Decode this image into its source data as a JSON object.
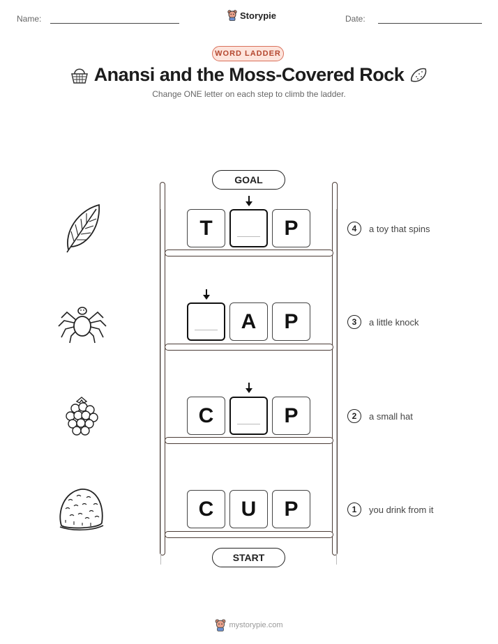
{
  "header": {
    "name_label": "Name:",
    "date_label": "Date:",
    "brand": "Storypie"
  },
  "badge": "WORD LADDER",
  "title": "Anansi and the Moss-Covered Rock",
  "subtitle": "Change ONE letter on each step to climb the ladder.",
  "ladder": {
    "goal_label": "GOAL",
    "start_label": "START",
    "rows": [
      {
        "number": "4",
        "clue": "a toy that spins",
        "letters": [
          "T",
          "",
          "P"
        ],
        "blank_index": 1,
        "icon": "leaf-icon"
      },
      {
        "number": "3",
        "clue": "a little knock",
        "letters": [
          "",
          "A",
          "P"
        ],
        "blank_index": 0,
        "icon": "spider-icon"
      },
      {
        "number": "2",
        "clue": "a small hat",
        "letters": [
          "C",
          "",
          "P"
        ],
        "blank_index": 1,
        "icon": "berry-icon"
      },
      {
        "number": "1",
        "clue": "you drink from it",
        "letters": [
          "C",
          "U",
          "P"
        ],
        "blank_index": -1,
        "icon": "moss-rock-icon"
      }
    ]
  },
  "footer": {
    "site": "mystorypie.com"
  },
  "colors": {
    "badge_border": "#d9705a",
    "badge_fill": "#fde4dc",
    "ladder_wood": "#4a3b35"
  }
}
